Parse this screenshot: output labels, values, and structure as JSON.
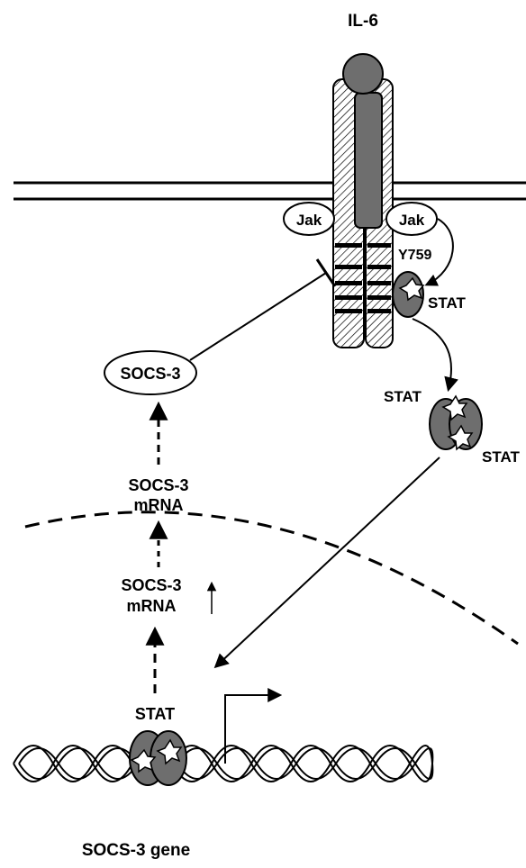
{
  "labels": {
    "ligand": "IL-6",
    "jak_left": "Jak",
    "jak_right": "Jak",
    "tyrosine_site": "Y759",
    "stat_monomer": "STAT",
    "stat_dimer_left": "STAT",
    "stat_dimer_right": "STAT",
    "socs3_protein": "SOCS-3",
    "cyto_mrna_line1": "SOCS-3",
    "cyto_mrna_line2": "mRNA",
    "nuc_mrna_line1": "SOCS-3",
    "nuc_mrna_line2": "mRNA",
    "dna_stat": "STAT",
    "gene": "SOCS-3 gene"
  },
  "colors": {
    "protein_fill": "#6e6e6e",
    "outline": "#000000",
    "background": "#ffffff"
  },
  "icons": {
    "phosphate": "white-star-icon",
    "up_arrow": "up-arrow-icon",
    "transcription_start": "bent-arrow-icon"
  }
}
